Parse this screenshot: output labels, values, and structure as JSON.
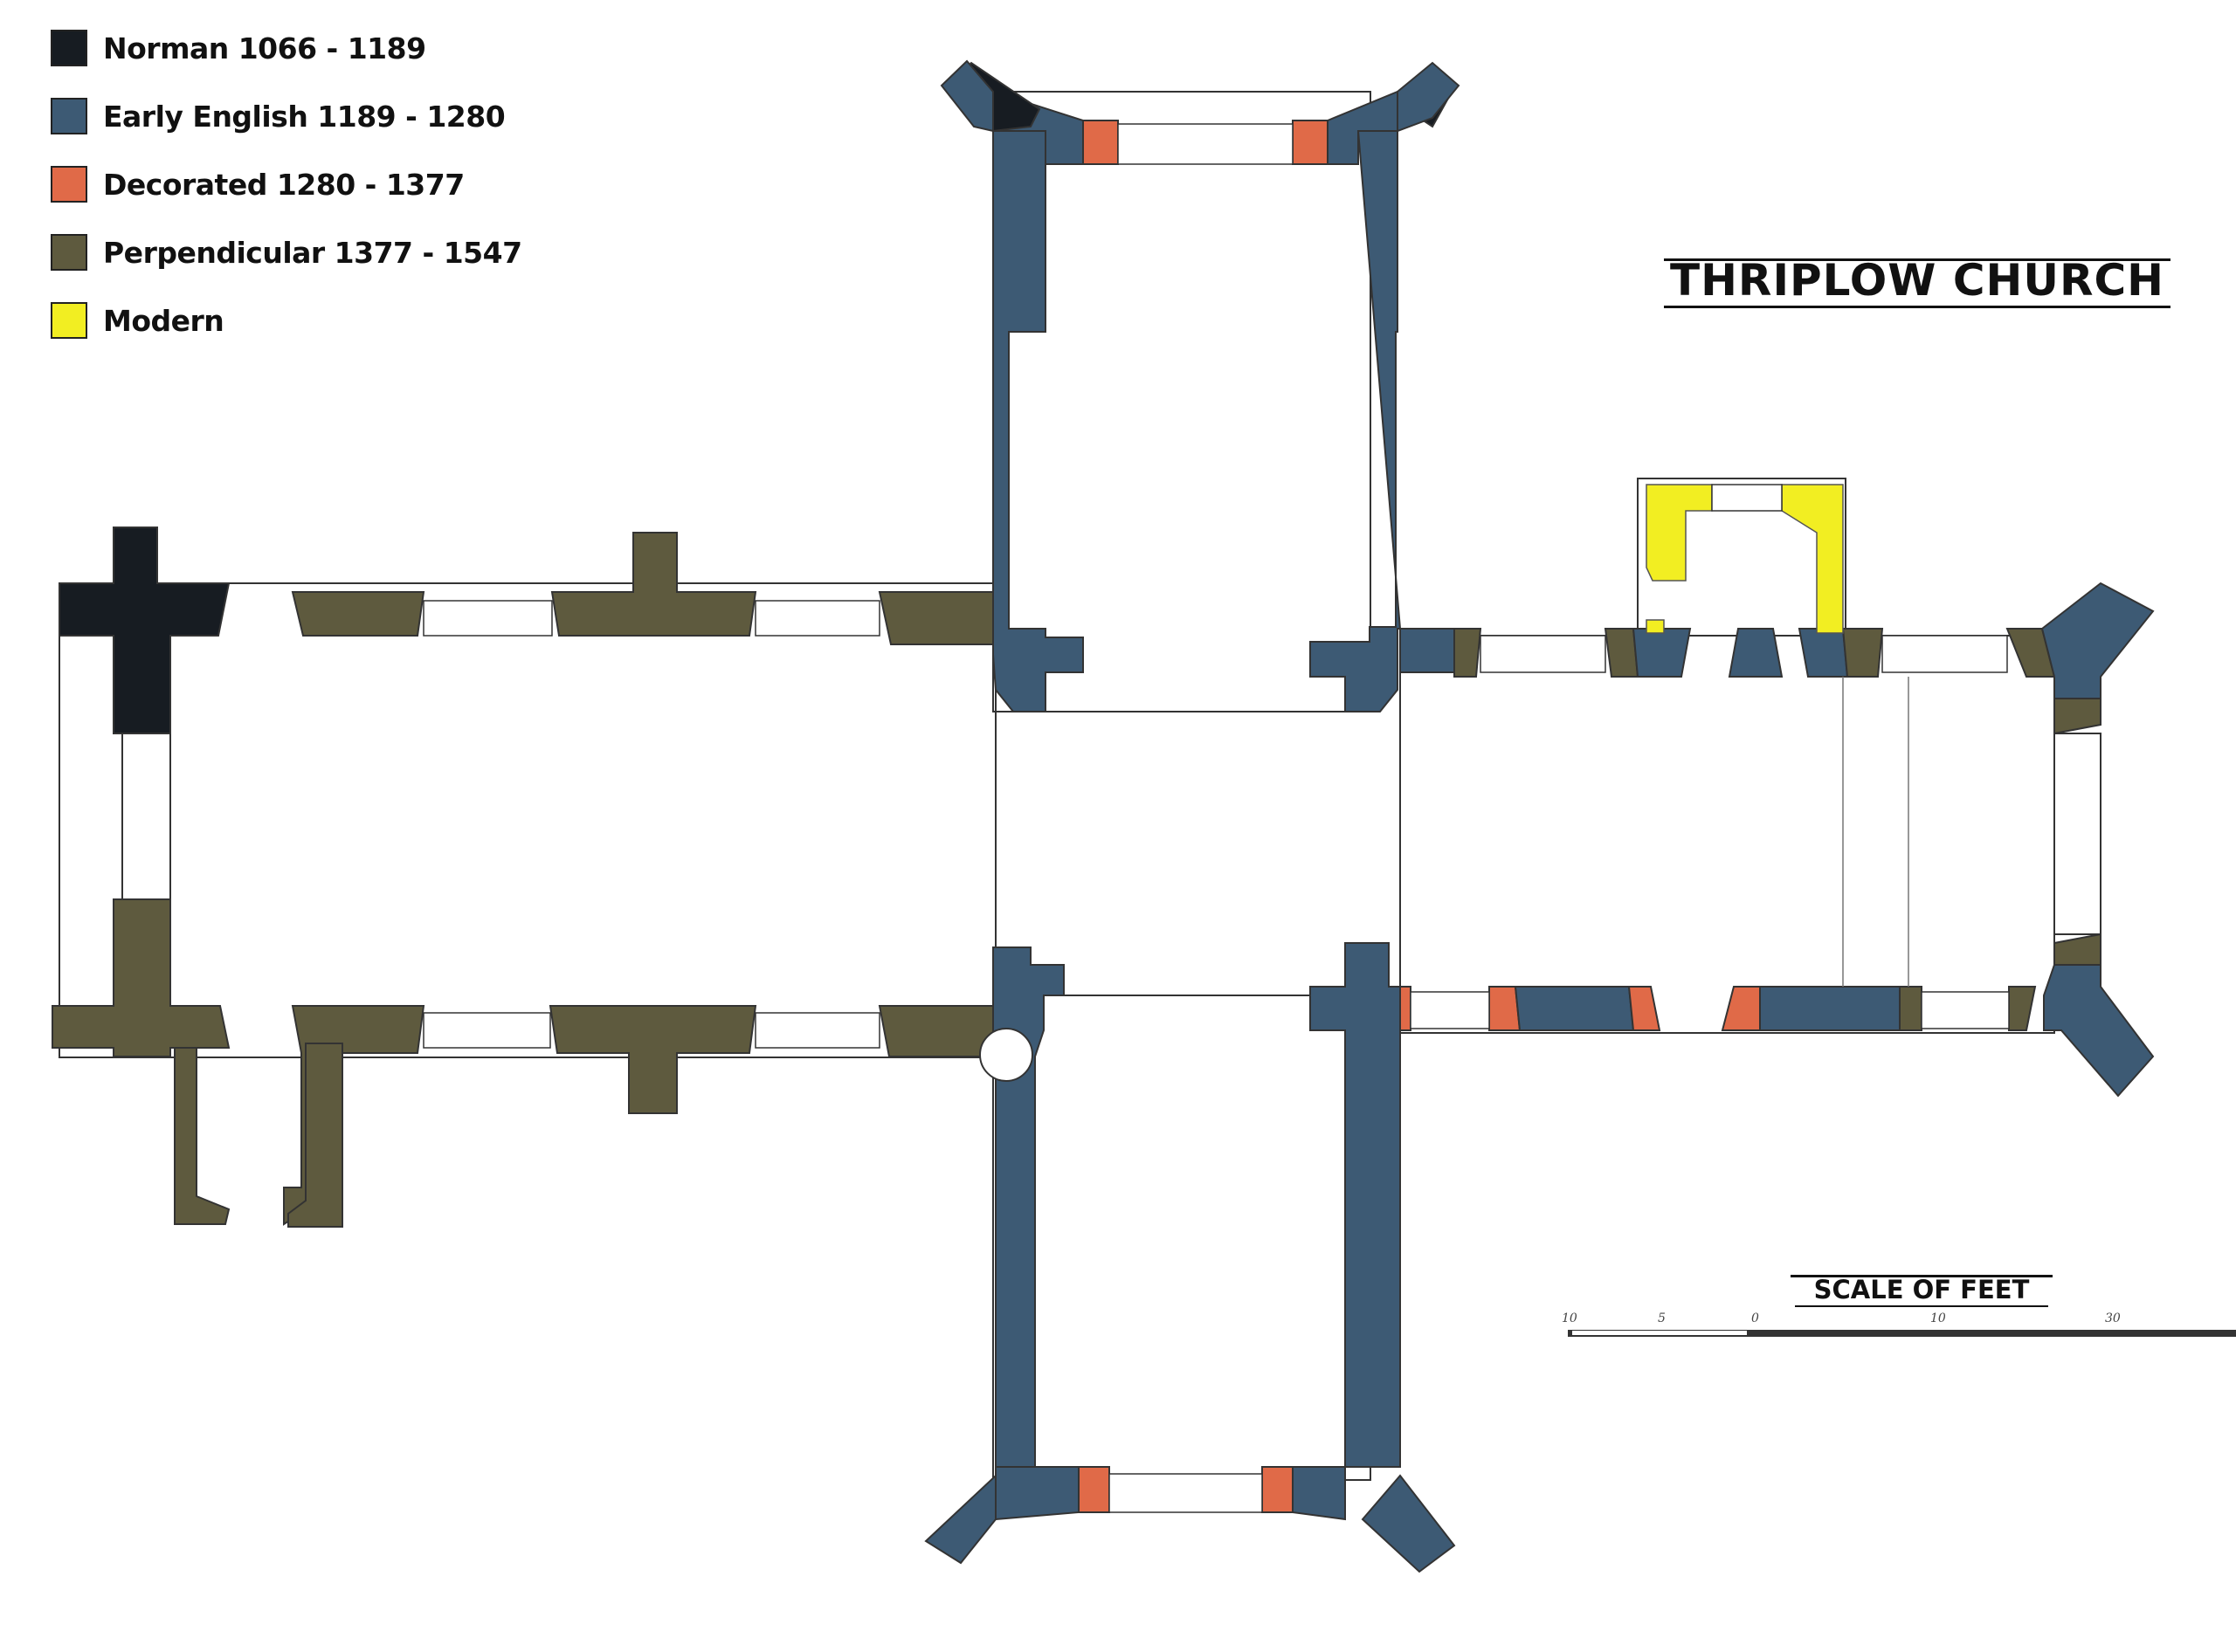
{
  "title": "THRIPLOW CHURCH",
  "legend": [
    {
      "label": "Norman 1066 - 1189",
      "color": "#171c22"
    },
    {
      "label": "Early English 1189 - 1280",
      "color": "#3d5a74"
    },
    {
      "label": "Decorated 1280 - 1377",
      "color": "#e06a48"
    },
    {
      "label": "Perpendicular 1377 - 1547",
      "color": "#5e5a3e"
    },
    {
      "label": "Modern",
      "color": "#f2ee22"
    }
  ],
  "scale": {
    "label": "SCALE OF FEET",
    "ticks": [
      "10",
      "5",
      "0",
      "10",
      "30"
    ]
  },
  "colors": {
    "norman": "#171c22",
    "early_english": "#3d5a74",
    "decorated": "#e06a48",
    "perpendicular": "#5e5a3e",
    "modern": "#f2ee22",
    "outline": "#333333"
  }
}
